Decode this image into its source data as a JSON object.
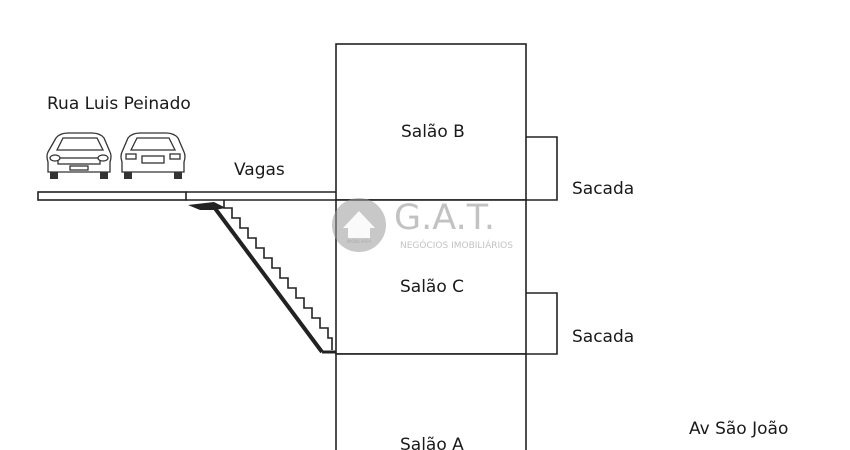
{
  "labels": {
    "street_top": "Rua Luis Peinado",
    "parking": "Vagas",
    "room_b": "Salão B",
    "room_c": "Salão C",
    "room_a": "Salão A",
    "balcony_upper": "Sacada",
    "balcony_lower": "Sacada",
    "street_bottom": "Av São João"
  },
  "watermark": {
    "brand": "G.A.T.",
    "tagline": "NEGÓCIOS IMOBILIÁRIOS",
    "small": "IMOBILIÁRIA"
  },
  "icons": [
    "car-front-icon",
    "car-rear-icon",
    "house-logo-icon"
  ]
}
